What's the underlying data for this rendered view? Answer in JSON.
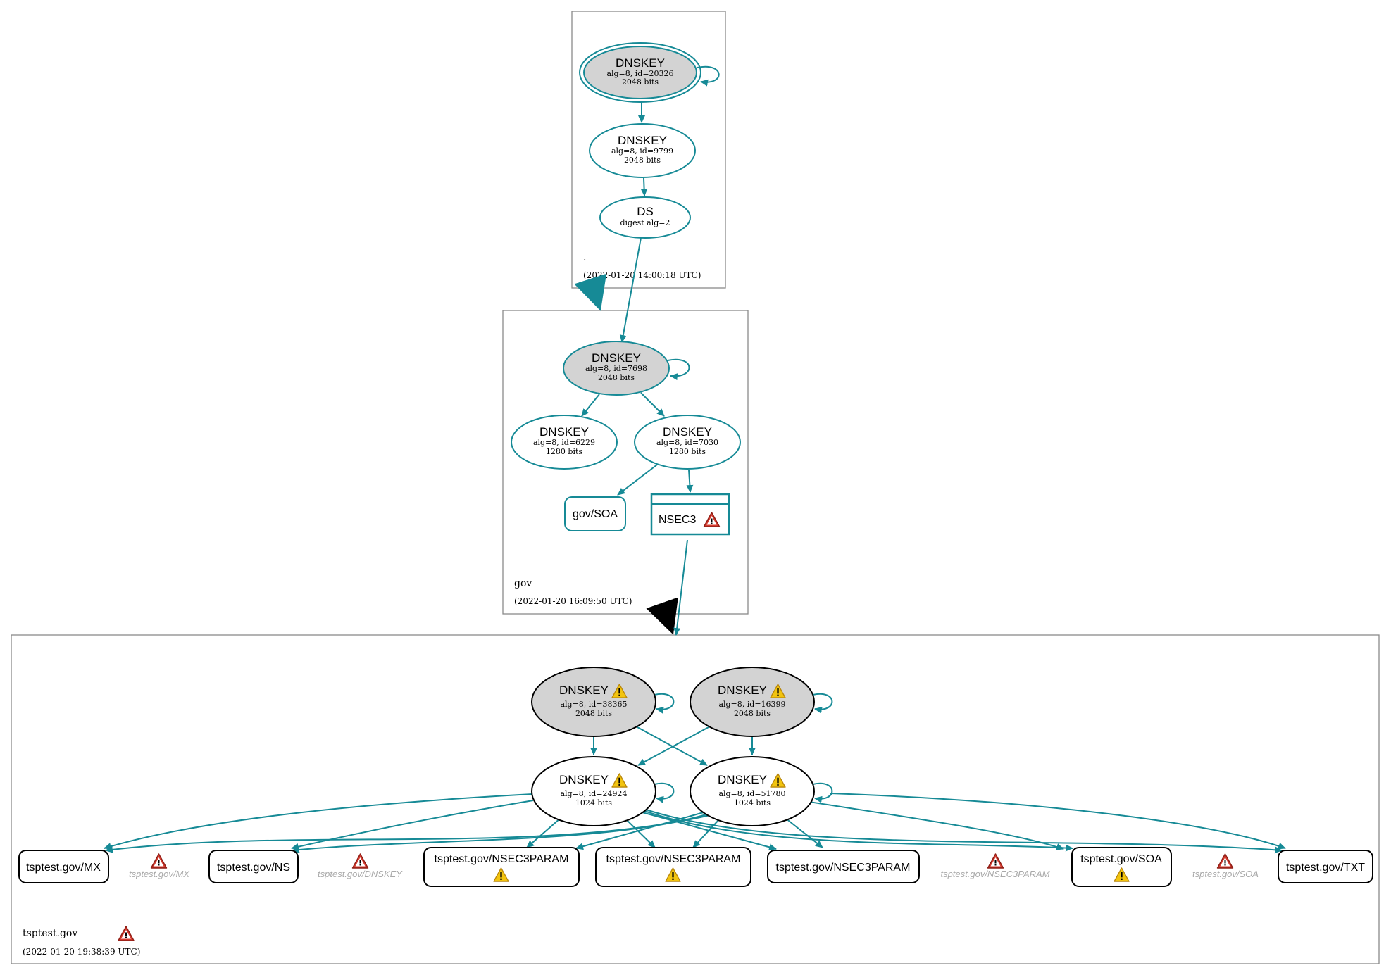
{
  "colors": {
    "secure": "#168a96",
    "insecure": "#000000",
    "ksk_fill": "#d3d3d3",
    "error": "#c0392b",
    "warning": "#f2c40f",
    "ghost": "#a9a9a9"
  },
  "zones": {
    "root": {
      "name": ".",
      "timestamp": "(2022-01-20 14:00:18 UTC)"
    },
    "gov": {
      "name": "gov",
      "timestamp": "(2022-01-20 16:09:50 UTC)"
    },
    "tsptest": {
      "name": "tsptest.gov",
      "timestamp": "(2022-01-20 19:38:39 UTC)",
      "icon": "error-icon"
    }
  },
  "nodes": {
    "root_ksk": {
      "title": "DNSKEY",
      "line1": "alg=8, id=20326",
      "line2": "2048 bits"
    },
    "root_zsk": {
      "title": "DNSKEY",
      "line1": "alg=8, id=9799",
      "line2": "2048 bits"
    },
    "root_ds": {
      "title": "DS",
      "line1": "digest alg=2"
    },
    "gov_ksk": {
      "title": "DNSKEY",
      "line1": "alg=8, id=7698",
      "line2": "2048 bits"
    },
    "gov_zsk1": {
      "title": "DNSKEY",
      "line1": "alg=8, id=6229",
      "line2": "1280 bits"
    },
    "gov_zsk2": {
      "title": "DNSKEY",
      "line1": "alg=8, id=7030",
      "line2": "1280 bits"
    },
    "gov_soa": {
      "label": "gov/SOA"
    },
    "gov_nsec3": {
      "label": "NSEC3",
      "icon": "error-icon"
    },
    "ts_ksk1": {
      "title": "DNSKEY",
      "line1": "alg=8, id=38365",
      "line2": "2048 bits",
      "icon": "warning-icon"
    },
    "ts_ksk2": {
      "title": "DNSKEY",
      "line1": "alg=8, id=16399",
      "line2": "2048 bits",
      "icon": "warning-icon"
    },
    "ts_zsk1": {
      "title": "DNSKEY",
      "line1": "alg=8, id=24924",
      "line2": "1024 bits",
      "icon": "warning-icon"
    },
    "ts_zsk2": {
      "title": "DNSKEY",
      "line1": "alg=8, id=51780",
      "line2": "1024 bits",
      "icon": "warning-icon"
    }
  },
  "rrsets": [
    {
      "label": "tsptest.gov/MX"
    },
    {
      "label": "tsptest.gov/NS"
    },
    {
      "label": "tsptest.gov/NSEC3PARAM",
      "icon": "warning-icon"
    },
    {
      "label": "tsptest.gov/NSEC3PARAM",
      "icon": "warning-icon"
    },
    {
      "label": "tsptest.gov/NSEC3PARAM"
    },
    {
      "label": "tsptest.gov/SOA",
      "icon": "warning-icon"
    },
    {
      "label": "tsptest.gov/TXT"
    }
  ],
  "ghost_rrsets": [
    {
      "label": "tsptest.gov/MX",
      "icon": "error-icon"
    },
    {
      "label": "tsptest.gov/DNSKEY",
      "icon": "error-icon"
    },
    {
      "label": "tsptest.gov/NSEC3PARAM",
      "icon": "error-icon"
    },
    {
      "label": "tsptest.gov/SOA",
      "icon": "error-icon"
    }
  ]
}
